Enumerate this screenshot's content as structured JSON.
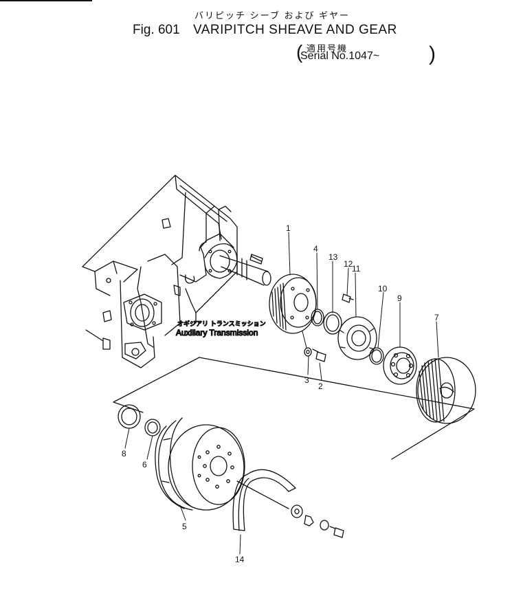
{
  "header": {
    "title_kana": "バリピッチ シーブ および ギヤー",
    "fig_label": "Fig. 601",
    "title": "VARIPITCH SHEAVE AND GEAR",
    "serial_jp": "適用号機",
    "serial": "Serial No.1047~"
  },
  "subassembly": {
    "label_jp": "オギジアリ トランスミッション",
    "label": "Auxiliary Transmission"
  },
  "callouts": {
    "p1": "1",
    "p2": "2",
    "p3": "3",
    "p4": "4",
    "p5": "5",
    "p6": "6",
    "p7": "7",
    "p8": "8",
    "p9": "9",
    "p10": "10",
    "p11": "11",
    "p12": "12",
    "p13": "13",
    "p14": "14"
  }
}
